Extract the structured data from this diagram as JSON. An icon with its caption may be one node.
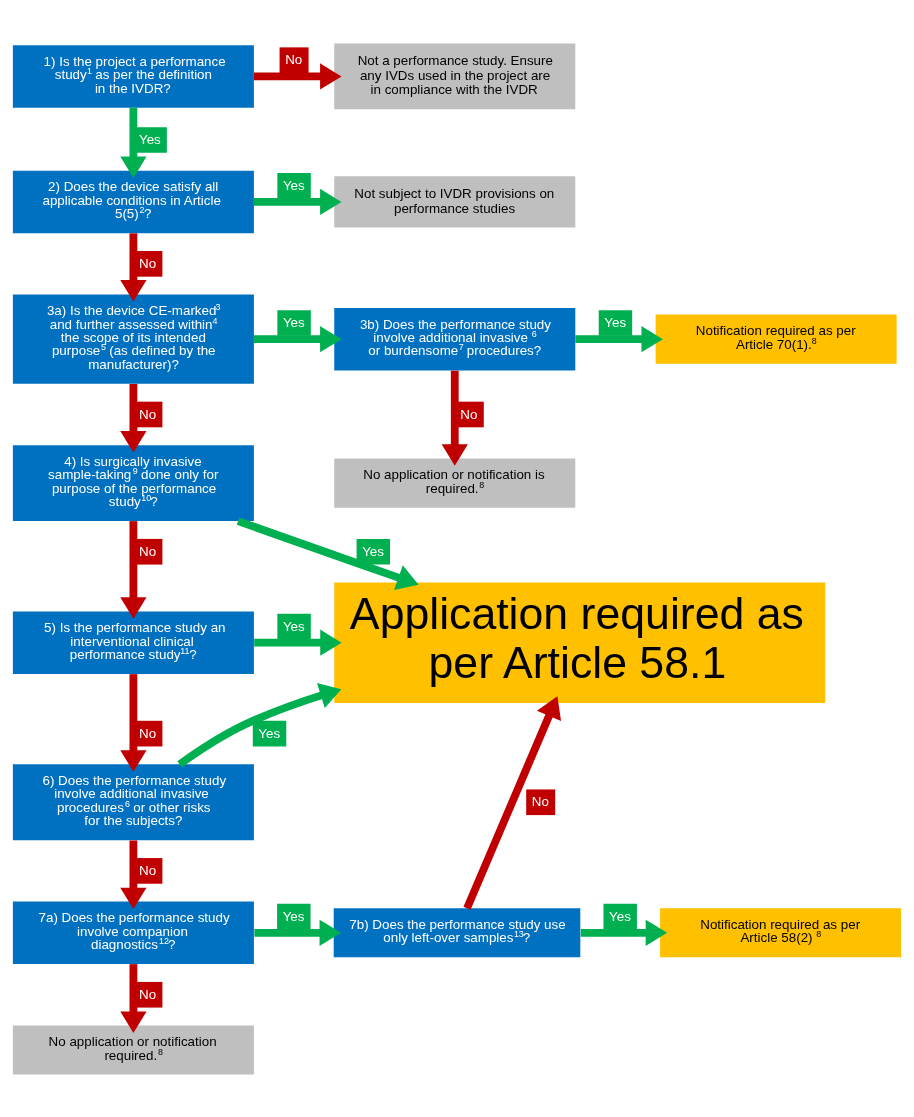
{
  "diagram": {
    "nodes": [
      {
        "text": [
          "1) Is the project a performance study$^{1}$ as per the definition in the IVDR?"
        ]
      },
      {
        "text": [
          "Not a performance study. Ensure any IVDs used in the project are in compliance with the IVDR"
        ]
      },
      {
        "text": [
          "2) Does the device satisfy all applicable conditions in Article 5(5)$^{2}$?"
        ]
      },
      {
        "text": [
          "Not subject to IVDR provisions on performance studies"
        ]
      },
      {
        "text": [
          "3a) Is the device CE-marked$^{3}$ and further assessed within$^{4}$ the scope of its intended purpose$^{5}$ (as defined by the manufacturer)?"
        ]
      },
      {
        "text": [
          "3b) Does the performance study involve additional invasive$^{6}$ or burdensome$^{7}$ procedures?"
        ]
      },
      {
        "text": [
          "Notification required as per Article 70(1).$^{8}$"
        ]
      },
      {
        "text": [
          "No application or notification is required.$^{8}$"
        ]
      },
      {
        "text": [
          "4) Is surgically invasive sample-taking$^{9}$ done only for purpose of the performance study$^{10}$?"
        ]
      },
      {
        "text": [
          "Application required as per Article 58.1"
        ]
      },
      {
        "text": [
          "5) Is the performance study an interventional clinical performance study$^{11}$?"
        ]
      },
      {
        "text": [
          "6) Does the performance study involve additional invasive procedures$^{6}$ or other risks for the subjects?"
        ]
      },
      {
        "text": [
          "7a) Does the performance study involve companion diagnostics$^{12}$?"
        ]
      },
      {
        "text": [
          "7b) Does the performance study use only left-over samples$^{13}$?"
        ]
      },
      {
        "text": [
          "Notification required as per Article 58(2) $^{8}$"
        ]
      },
      {
        "text": [
          "No application or notification required.$^{8}$"
        ]
      }
    ],
    "edges": [
      {
        "from": 0,
        "to": 1,
        "arrow": "to",
        "label": "No",
        "color": "#c00000"
      },
      {
        "from": 0,
        "to": 2,
        "arrow": "to",
        "label": "Yes",
        "color": "#00b050"
      },
      {
        "from": 2,
        "to": 3,
        "arrow": "to",
        "label": "Yes",
        "color": "#00b050"
      },
      {
        "from": 2,
        "to": 4,
        "arrow": "to",
        "label": "No",
        "color": "#c00000"
      },
      {
        "from": 4,
        "to": 5,
        "arrow": "to",
        "label": "Yes",
        "color": "#00b050"
      },
      {
        "from": 5,
        "to": 6,
        "arrow": "to",
        "label": "Yes",
        "color": "#00b050"
      },
      {
        "from": 5,
        "to": 7,
        "arrow": "to",
        "label": "No",
        "color": "#c00000"
      },
      {
        "from": 4,
        "to": 8,
        "arrow": "to",
        "label": "No",
        "color": "#c00000"
      },
      {
        "from": 8,
        "to": 9,
        "arrow": "to",
        "label": "Yes",
        "color": "#00b050"
      },
      {
        "from": 8,
        "to": 10,
        "arrow": "to",
        "label": "No",
        "color": "#c00000"
      },
      {
        "from": 10,
        "to": 9,
        "arrow": "to",
        "label": "Yes",
        "color": "#00b050"
      },
      {
        "from": 10,
        "to": 11,
        "arrow": "to",
        "label": "No",
        "color": "#c00000"
      },
      {
        "from": 11,
        "to": 9,
        "arrow": "to",
        "label": "Yes",
        "color": "#00b050"
      },
      {
        "from": 11,
        "to": 12,
        "arrow": "to",
        "label": "No",
        "color": "#c00000"
      },
      {
        "from": 13,
        "to": 9,
        "arrow": "to",
        "label": "No",
        "color": "#c00000"
      },
      {
        "from": 12,
        "to": 13,
        "arrow": "to",
        "label": "Yes",
        "color": "#00b050"
      },
      {
        "from": 13,
        "to": 14,
        "arrow": "to",
        "label": "Yes",
        "color": "#00b050"
      },
      {
        "from": 12,
        "to": 15,
        "arrow": "to",
        "label": "No",
        "color": "#c00000"
      }
    ]
  }
}
